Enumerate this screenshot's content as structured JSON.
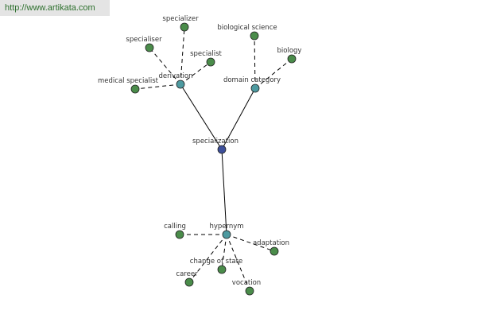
{
  "source_url": "http://www.artikata.com",
  "colors": {
    "root_node": "#3d4f9a",
    "relation_node": "#4d9aa0",
    "leaf_node": "#4a8c4a",
    "edge": "#000000"
  },
  "graph": {
    "root": {
      "id": "specialization",
      "label": "specialization"
    },
    "relations": [
      {
        "id": "derivation",
        "label": "derivation"
      },
      {
        "id": "domain-category",
        "label": "domain category"
      },
      {
        "id": "hypernym",
        "label": "hypernym"
      }
    ],
    "leaves": [
      {
        "id": "specializer",
        "label": "specializer",
        "parent": "derivation"
      },
      {
        "id": "specialiser",
        "label": "specialiser",
        "parent": "derivation"
      },
      {
        "id": "specialist",
        "label": "specialist",
        "parent": "derivation"
      },
      {
        "id": "medical-specialist",
        "label": "medical specialist",
        "parent": "derivation"
      },
      {
        "id": "biological-science",
        "label": "biological science",
        "parent": "domain-category"
      },
      {
        "id": "biology",
        "label": "biology",
        "parent": "domain-category"
      },
      {
        "id": "calling",
        "label": "calling",
        "parent": "hypernym"
      },
      {
        "id": "adaptation",
        "label": "adaptation",
        "parent": "hypernym"
      },
      {
        "id": "change-of-state",
        "label": "change of state",
        "parent": "hypernym"
      },
      {
        "id": "career",
        "label": "career",
        "parent": "hypernym"
      },
      {
        "id": "vocation",
        "label": "vocation",
        "parent": "hypernym"
      }
    ]
  }
}
